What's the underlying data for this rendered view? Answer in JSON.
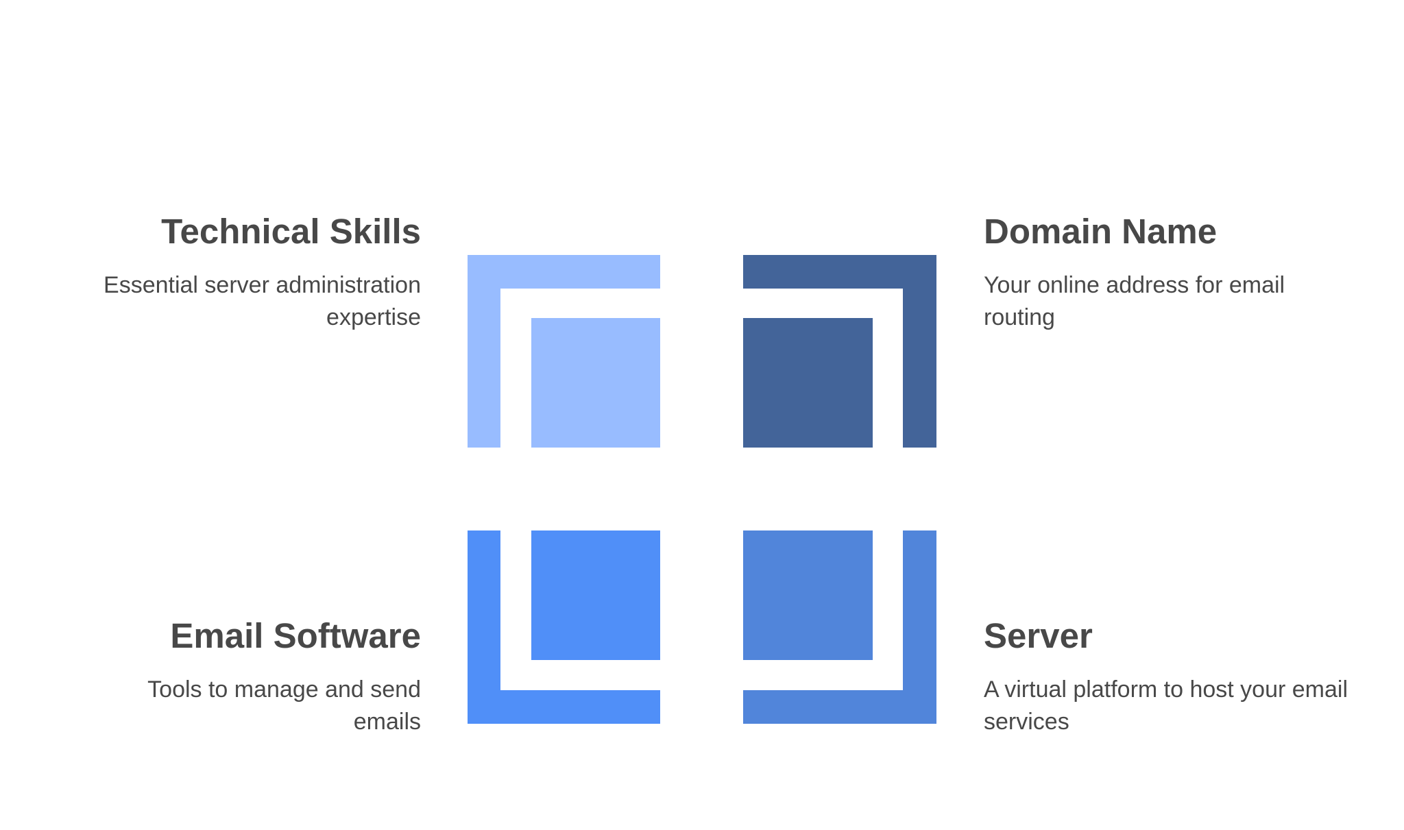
{
  "colors": {
    "technical_skills": "#98BCFF",
    "domain_name": "#436499",
    "email_software": "#508FF8",
    "server": "#5185DA",
    "text": "#484848",
    "background": "#FFFFFF"
  },
  "quadrants": {
    "top_left": {
      "title": "Technical Skills",
      "description": "Essential server administration expertise"
    },
    "top_right": {
      "title": "Domain Name",
      "description": "Your online address for email routing"
    },
    "bottom_left": {
      "title": "Email Software",
      "description": "Tools to manage and send emails"
    },
    "bottom_right": {
      "title": "Server",
      "description": "A virtual platform to host your email services"
    }
  }
}
